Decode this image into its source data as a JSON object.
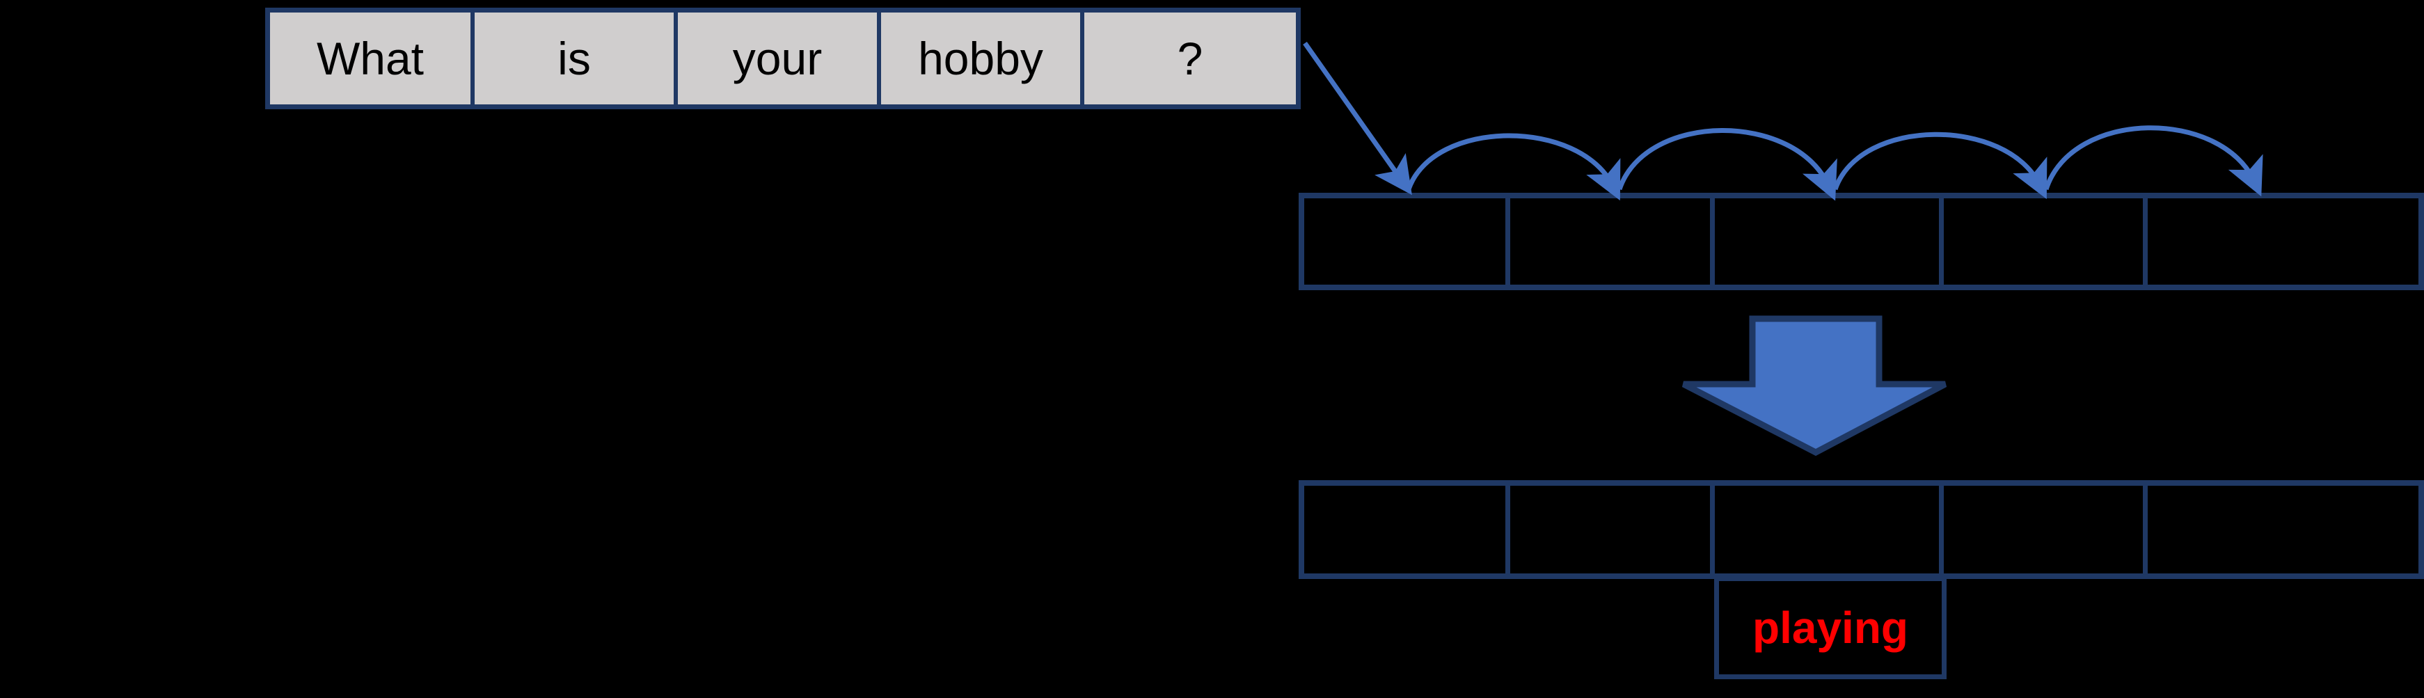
{
  "diagram": {
    "title": "seq2seq-decoding-step",
    "background_color": "#000000",
    "border_color": "#1F3864",
    "cell_fill_color": "#D0CECE",
    "arrow_color": "#4472C4",
    "big_arrow_fill": "#4472C4",
    "output_text_color": "#FF0000"
  },
  "source_strip": {
    "name": "input-sentence-tokens",
    "cells": [
      {
        "label": "What"
      },
      {
        "label": "is"
      },
      {
        "label": "your"
      },
      {
        "label": "hobby"
      },
      {
        "label": "?"
      }
    ]
  },
  "encoder_strip": {
    "name": "encoder-hidden-states",
    "cells": [
      {
        "label": ""
      },
      {
        "label": ""
      },
      {
        "label": ""
      },
      {
        "label": ""
      },
      {
        "label": ""
      }
    ]
  },
  "decoder_strip": {
    "name": "decoder-hidden-states",
    "cells": [
      {
        "label": ""
      },
      {
        "label": ""
      },
      {
        "label": ""
      },
      {
        "label": ""
      },
      {
        "label": ""
      }
    ]
  },
  "output_token": {
    "name": "generated-token",
    "label": "playing"
  },
  "connectors": {
    "feed_arrow_label": "source-to-encoder-arrow",
    "recurrent_arc_count": 4,
    "transition_arrow_label": "encoder-to-decoder-arrow"
  }
}
